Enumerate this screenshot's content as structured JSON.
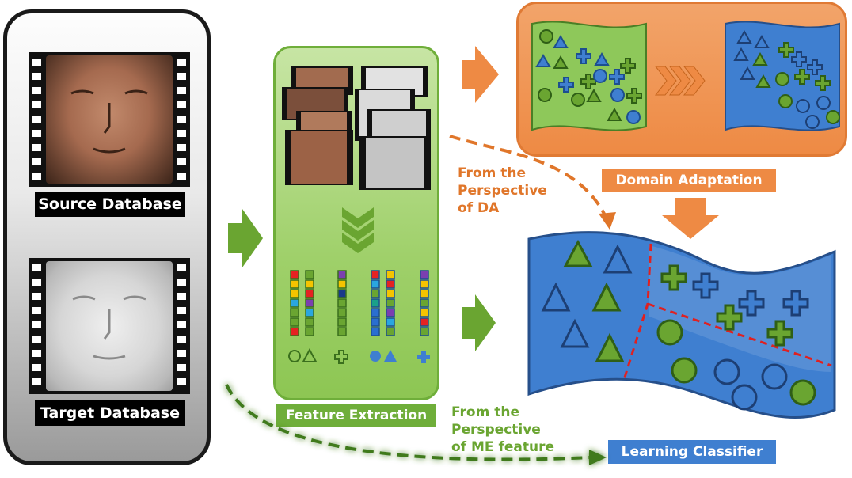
{
  "source_label": "Source Database",
  "target_label": "Target Database",
  "feature_extraction_label": "Feature Extraction",
  "domain_adaptation_label": "Domain Adaptation",
  "learning_classifier_label": "Learning Classifier",
  "perspective_da": [
    "From the",
    "Perspective",
    "of DA"
  ],
  "perspective_me": [
    "From the",
    "Perspective",
    "of ME feature"
  ],
  "colors": {
    "green": "#6aa531",
    "blue": "#3f7fd0",
    "orange": "#ee8a44",
    "red": "#e02020"
  }
}
